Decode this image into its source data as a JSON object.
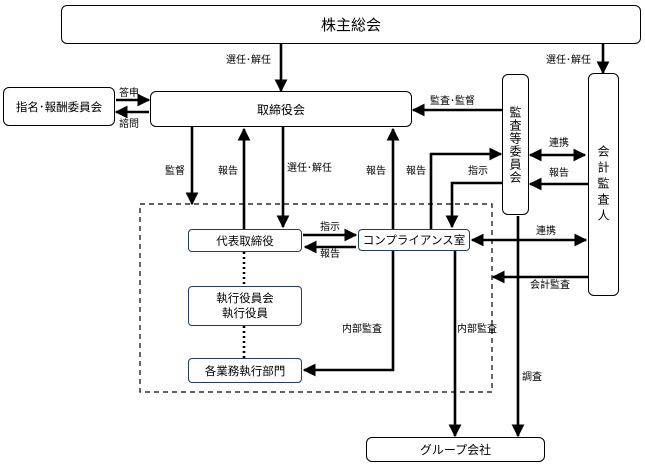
{
  "nodes": {
    "shareholders": "株主総会",
    "board": "取締役会",
    "nomination_committee": "指名･報酬委員会",
    "audit_committee": "監査等委員会",
    "accounting_auditor": "会計監査人",
    "representative_director": "代表取締役",
    "executive_committee_line1": "執行役員会",
    "executive_committee_line2": "執行役員",
    "business_departments": "各業務執行部門",
    "compliance_office": "コンプライアンス室",
    "group_companies": "グループ会社"
  },
  "labels": {
    "election_dismissal_left": "選任･解任",
    "election_dismissal_right": "選任･解任",
    "report_answer": "答申",
    "consultation": "諮問",
    "audit_supervision": "監査･監督",
    "supervision": "監督",
    "report_rep_to_board": "報告",
    "election_dismissal_board": "選任･解任",
    "report_comp_to_board": "報告",
    "report_comp_to_audit": "報告",
    "instruction_audit": "指示",
    "cooperation_1": "連携",
    "report_auditor": "報告",
    "instruction_rep": "指示",
    "report_rep": "報告",
    "cooperation_2": "連携",
    "accounting_audit": "会計監査",
    "internal_audit_1": "内部監査",
    "internal_audit_2": "内部監査",
    "investigation": "調査"
  }
}
